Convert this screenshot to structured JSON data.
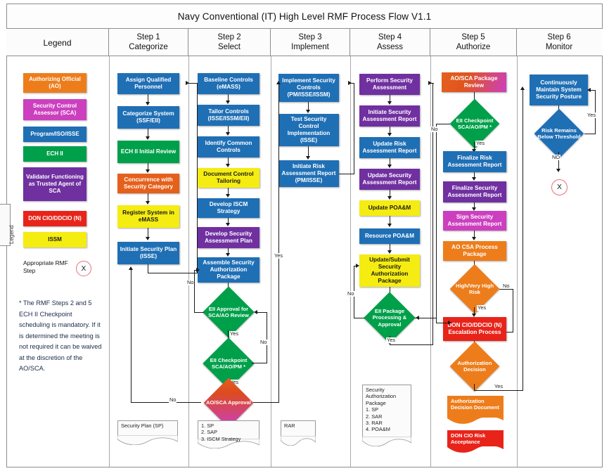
{
  "title": "Navy Conventional (IT) High Level RMF Process Flow V1.1",
  "legend_tab_label": "Legend",
  "columns": [
    {
      "name": "Legend",
      "num": "",
      "word": "Legend"
    },
    {
      "name": "Step 1",
      "num": "Step 1",
      "word": "Categorize"
    },
    {
      "name": "Step 2",
      "num": "Step 2",
      "word": "Select"
    },
    {
      "name": "Step 3",
      "num": "Step 3",
      "word": "Implement"
    },
    {
      "name": "Step 4",
      "num": "Step 4",
      "word": "Assess"
    },
    {
      "name": "Step 5",
      "num": "Step 5",
      "word": "Authorize"
    },
    {
      "name": "Step 6",
      "num": "Step 6",
      "word": "Monitor"
    }
  ],
  "legend": {
    "swatches": [
      {
        "label": "Authorizing Official (AO)",
        "color": "#ED7D1B"
      },
      {
        "label": "Security Control Assessor (SCA)",
        "color": "#CC3FBF"
      },
      {
        "label": "Program/ISO/ISSE",
        "color": "#1F6FB5"
      },
      {
        "label": "ECH II",
        "color": "#00A04A"
      },
      {
        "label": "Validator Functioning as Trusted Agent of SCA",
        "color": "#7030A0"
      },
      {
        "label": "DON CIO/DDCIO (N)",
        "color": "#E8241A"
      },
      {
        "label": "ISSM",
        "color": "#F5EC12",
        "text": "#1a1a1a"
      }
    ],
    "rmf_step_label": "Appropriate RMF Step",
    "rmf_step_marker": "X",
    "note": "* The RMF Steps 2 and 5 ECH II Checkpoint scheduling is mandatory. If it is determined the meeting is not required it can be waived at the discretion of the AO/SCA."
  },
  "step1": {
    "nodes": [
      {
        "label": "Assign Qualified Personnel",
        "color": "#1F6FB5"
      },
      {
        "label": "Categorize System (SSF/EII)",
        "color": "#1F6FB5"
      },
      {
        "label": "ECH II Initial Review",
        "color": "#00A04A"
      },
      {
        "label": "Concurrence with Security Category",
        "color": "#E5601B"
      },
      {
        "label": "Register System in eMASS",
        "color": "#F5EC12",
        "text": "#1a1a1a"
      },
      {
        "label": "Initiate Security Plan (ISSE)",
        "color": "#1F6FB5"
      }
    ],
    "doc": "Security Plan (SP)"
  },
  "step2": {
    "nodes": [
      {
        "label": "Baseline Controls (eMASS)",
        "color": "#1F6FB5"
      },
      {
        "label": "Tailor Controls (ISSE/ISSM/EII)",
        "color": "#1F6FB5"
      },
      {
        "label": "Identify Common Controls",
        "color": "#1F6FB5"
      },
      {
        "label": "Document Control Tailoring",
        "color": "#F5EC12",
        "text": "#1a1a1a"
      },
      {
        "label": "Develop ISCM Strategy",
        "color": "#1F6FB5"
      },
      {
        "label": "Develop Security Assessment Plan",
        "color": "#7030A0"
      },
      {
        "label": "Assemble Security Authorization Package",
        "color": "#1F6FB5"
      }
    ],
    "decisions": [
      {
        "label": "EII Approval for SCA/AO Review",
        "color": "#00A04A"
      },
      {
        "label": "EII Checkpoint SCA/AO/PM *",
        "color": "#00A04A"
      },
      {
        "label": "AO/SCA Approval",
        "color": "#E5601B",
        "gradient": "linear-gradient(135deg,#E5601B 0%,#DC4B20 35%,#CC3FBF 100%)"
      }
    ],
    "doc": "1.  SP\n2.  SAP\n3.  ISCM Strategy"
  },
  "step3": {
    "nodes": [
      {
        "label": "Implement Security Controls (PM/ISSE/ISSM)",
        "color": "#1F6FB5"
      },
      {
        "label": "Test Security Control Implementation (ISSE)",
        "color": "#1F6FB5"
      },
      {
        "label": "Initiate Risk Assessment Report (PM/ISSE)",
        "color": "#1F6FB5"
      }
    ],
    "doc": "RAR"
  },
  "step4": {
    "nodes": [
      {
        "label": "Perform Security Assessment",
        "color": "#7030A0"
      },
      {
        "label": "Initiate Security Assessment Report",
        "color": "#7030A0"
      },
      {
        "label": "Update Risk Assessment Report",
        "color": "#1F6FB5"
      },
      {
        "label": "Update Security Assessment Report",
        "color": "#7030A0"
      },
      {
        "label": "Update POA&M",
        "color": "#F5EC12",
        "text": "#1a1a1a"
      },
      {
        "label": "Resource POA&M",
        "color": "#1F6FB5"
      },
      {
        "label": "Update/Submit Security Authorization Package",
        "color": "#F5EC12",
        "text": "#1a1a1a"
      }
    ],
    "decisions": [
      {
        "label": "EII Package Processing & Approval",
        "color": "#00A04A"
      }
    ],
    "doc": "Security Authorization Package\n1.  SP\n2.  SAR\n3.  RAR\n4.  POA&M"
  },
  "step5": {
    "nodes": [
      {
        "label": "AO/SCA Package Review",
        "color": "#E5601B",
        "gradient": "linear-gradient(110deg,#E5601B 0%,#E05420 40%,#CC3FBF 100%)"
      },
      {
        "label": "Finalize Risk Assessment Report",
        "color": "#1F6FB5"
      },
      {
        "label": "Finalize Security Assessment Report",
        "color": "#7030A0"
      },
      {
        "label": "Sign Security Assessment Report",
        "color": "#CC3FBF"
      },
      {
        "label": "AO CSA Process Package",
        "color": "#ED7D1B"
      },
      {
        "label": "DON CIO/DDCIO (N) Escalation Process",
        "color": "#E8241A"
      }
    ],
    "decisions": [
      {
        "label": "EII Checkpoint SCA/AO/PM *",
        "color": "#00A04A"
      },
      {
        "label": "High/Very High Risk",
        "color": "#ED7D1B"
      },
      {
        "label": "Authorization Decision",
        "color": "#ED7D1B"
      }
    ],
    "docs": [
      {
        "label": "Authorization Decision Document",
        "color": "#ED7D1B"
      },
      {
        "label": "DON CIO Risk Acceptance",
        "color": "#E8241A"
      }
    ]
  },
  "step6": {
    "nodes": [
      {
        "label": "Continuously Maintain System Security Posture",
        "color": "#1F6FB5"
      }
    ],
    "decisions": [
      {
        "label": "Risk Remains Below Threshold",
        "color": "#1F6FB5"
      }
    ],
    "marker": "X"
  },
  "edge_labels": {
    "yes": "Yes",
    "no": "No",
    "no_caps": "NO"
  }
}
